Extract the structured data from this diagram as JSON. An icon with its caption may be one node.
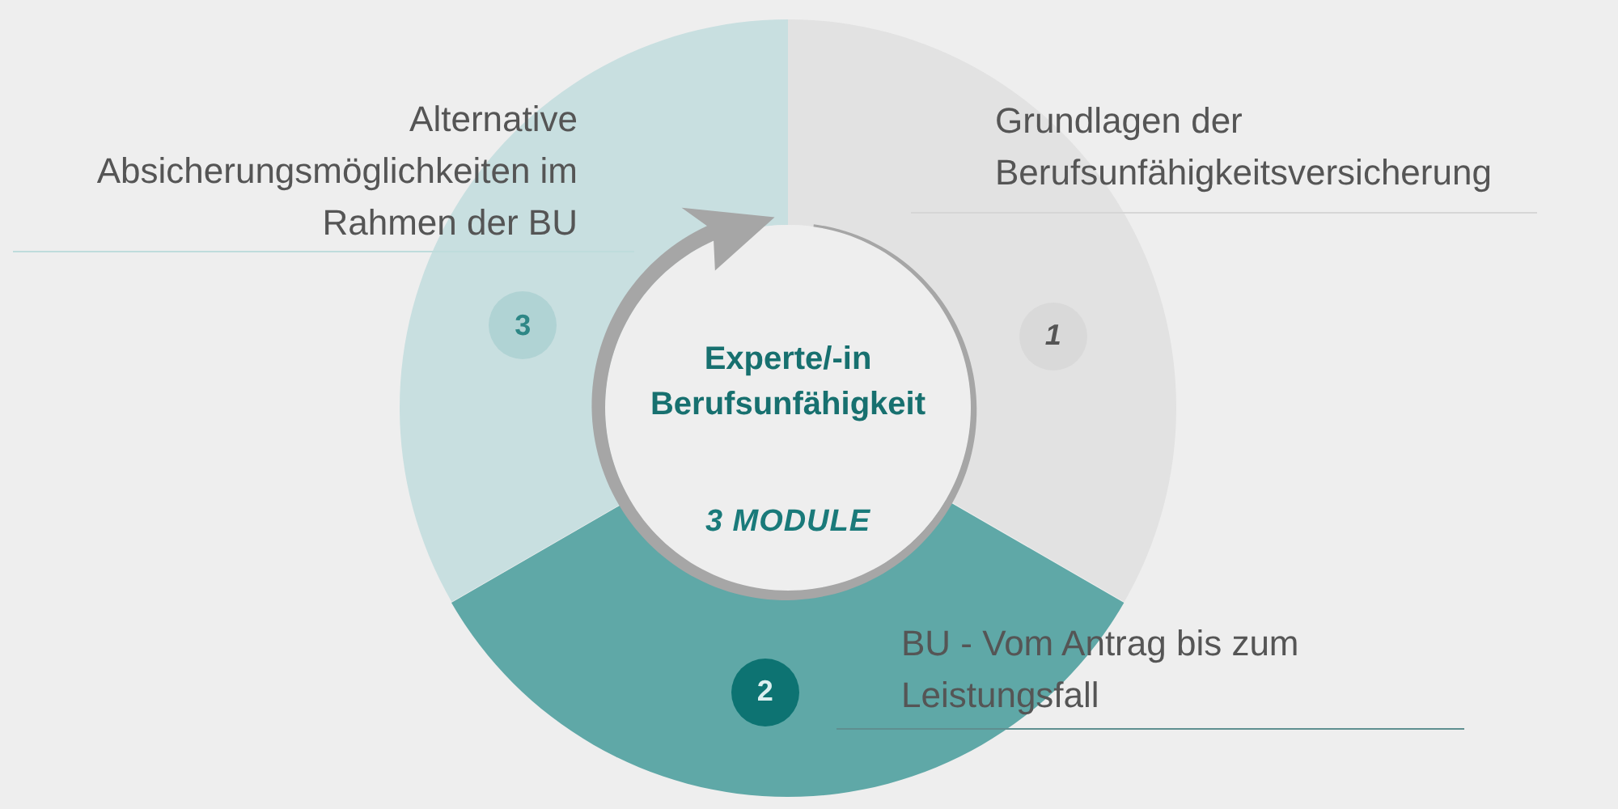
{
  "diagram": {
    "nodes": [
      {
        "text": [
          "Experte/-in Berufsunfähigkeit",
          "3 MODULE"
        ]
      },
      {
        "text": [],
        "shape": "sector",
        "beside": [
          "Grundlagen der Berufsunfähigkeitsversicherung"
        ]
      },
      {
        "text": [
          "1"
        ],
        "in": 1
      },
      {
        "text": [],
        "shape": "sector",
        "beside": [
          "BU - Vom Antrag bis zum Leistungsfall"
        ]
      },
      {
        "text": [
          "2"
        ],
        "in": 3
      },
      {
        "text": [],
        "shape": "sector",
        "beside": [
          "Alternative Absicherungsmöglichkeiten im Rahmen der BU"
        ]
      },
      {
        "text": [
          "3"
        ],
        "in": 5
      }
    ]
  }
}
